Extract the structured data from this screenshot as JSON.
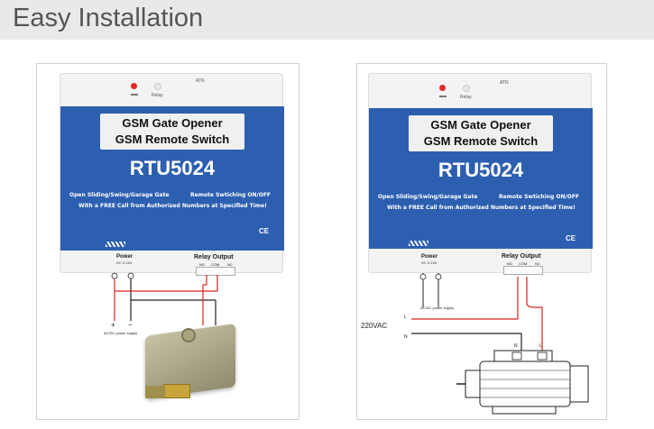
{
  "banner": {
    "title": "Easy Installation"
  },
  "device": {
    "atn_label": "ATN",
    "relay_led_label": "Relay",
    "title_line1": "GSM Gate Opener",
    "title_line2": "GSM Remote Switch",
    "model": "RTU5024",
    "desc_line1_left": "Open Sliding/Swing/Garage Gate",
    "desc_line1_right": "Remote Swtiching ON/OFF",
    "desc_line2": "With a FREE Call from Authorized Numbers at Specified Time!",
    "ce_mark": "CE",
    "power_label": "Power",
    "power_spec": "DC 9-15V",
    "relay_output_label": "Relay Output",
    "terminals": [
      "NO",
      "COM",
      "NC"
    ]
  },
  "left_panel": {
    "plus": "+",
    "minus": "−",
    "supply_label": "AC/DC power supply"
  },
  "right_panel": {
    "supply_label": "AC/DC power supply",
    "voltage_label": "220VAC",
    "line_l": "L",
    "line_n": "N",
    "motor_n": "N",
    "motor_l": "L"
  },
  "colors": {
    "blue": "#2d5fb0",
    "wire_red": "#d9231d",
    "wire_black": "#222222"
  }
}
